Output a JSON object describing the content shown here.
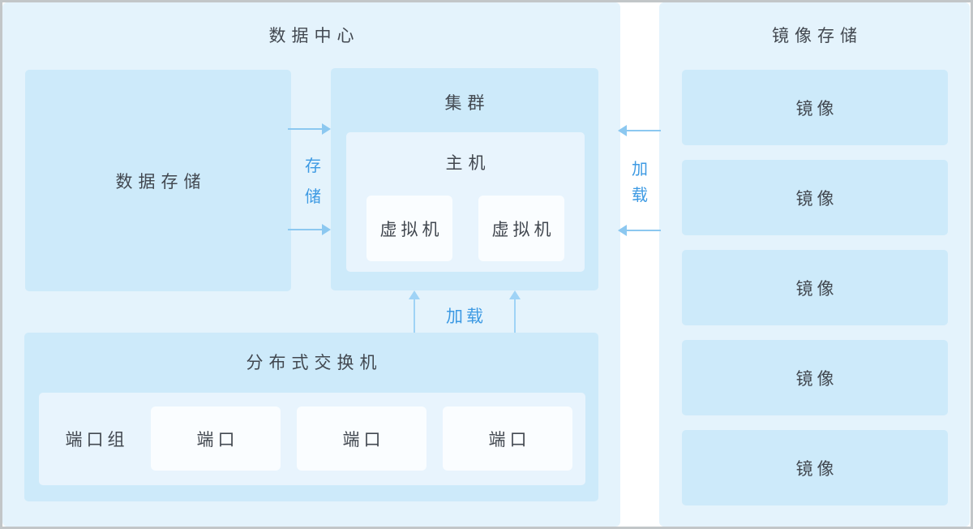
{
  "diagram": {
    "datacenter": {
      "title": "数据中心",
      "datastore": {
        "label": "数据存储"
      },
      "cluster": {
        "label": "集群",
        "host": {
          "label": "主机",
          "vms": [
            {
              "label": "虚拟机"
            },
            {
              "label": "虚拟机"
            }
          ]
        }
      },
      "switch": {
        "label": "分布式交换机",
        "portgroup": {
          "label": "端口组",
          "ports": [
            {
              "label": "端口"
            },
            {
              "label": "端口"
            },
            {
              "label": "端口"
            }
          ]
        }
      },
      "storage_flow_label": "存储",
      "load_flow_label": "加载"
    },
    "image_storage": {
      "title": "镜像存储",
      "load_flow_label": "加载",
      "images": [
        {
          "label": "镜像"
        },
        {
          "label": "镜像"
        },
        {
          "label": "镜像"
        },
        {
          "label": "镜像"
        },
        {
          "label": "镜像"
        }
      ]
    },
    "colors": {
      "panel_bg": "#e4f3fc",
      "box_blue": "#cdeafa",
      "inner_box": "#e8f4fd",
      "white_box": "#fafdff",
      "arrow": "#8cc8f0",
      "flow_label_text": "#3d9ae3",
      "text": "#424850",
      "outer_border": "#c2c6c8"
    }
  }
}
